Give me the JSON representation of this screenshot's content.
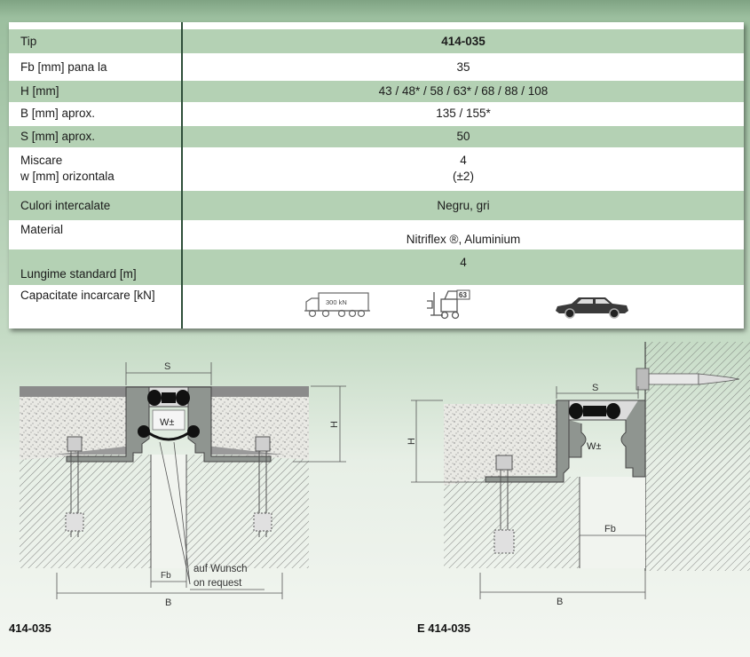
{
  "table": {
    "header": {
      "label": "Tip",
      "value": "414-035"
    },
    "rows": [
      {
        "label": "Fb [mm] pana la",
        "value": "35"
      },
      {
        "label": "H [mm]",
        "value": "43 / 48* / 58 / 63* / 68 / 88 / 108"
      },
      {
        "label": "B [mm] aprox.",
        "value": "135 / 155*"
      },
      {
        "label": "S [mm] aprox.",
        "value": "50"
      },
      {
        "label1": "Miscare",
        "label2": "w [mm] orizontala",
        "value1": "4",
        "value2": "(±2)"
      },
      {
        "label": "Culori intercalate",
        "value": "Negru, gri"
      },
      {
        "label": "Material",
        "value": "Nitriflex ®, Aluminium"
      },
      {
        "label": "Lungime standard [m]",
        "value": "4"
      },
      {
        "label": "Capacitate incarcare [kN]",
        "truck_text": "300 kN",
        "forklift_text": "63"
      }
    ]
  },
  "drawing_left": {
    "caption": "414-035",
    "dim_s": "S",
    "dim_h": "H",
    "dim_b": "B",
    "dim_fb": "Fb",
    "movement": "W±",
    "note_line1": "auf Wunsch",
    "note_line2": "on request"
  },
  "drawing_right": {
    "caption": "E 414-035",
    "dim_s": "S",
    "dim_h": "H",
    "dim_b": "B",
    "dim_fb": "Fb",
    "movement": "W±"
  },
  "colors": {
    "accent_green": "#b4d1b4",
    "divider": "#2f4f3a"
  }
}
